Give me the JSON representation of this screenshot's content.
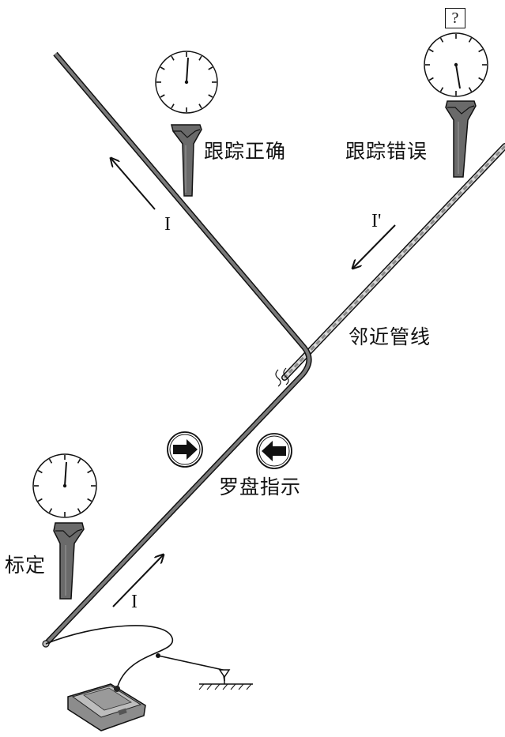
{
  "labels": {
    "tracking_correct": "跟踪正确",
    "tracking_wrong": "跟踪错误",
    "adjacent_pipeline": "邻近管线",
    "compass_indication": "罗盘指示",
    "calibration": "标定"
  },
  "currents": {
    "current_upper": "I",
    "current_lower": "I",
    "current_adjacent": "I'"
  },
  "question_mark": "?",
  "meters": [
    {
      "id": "meter-calibration",
      "needle_reading": "0"
    },
    {
      "id": "meter-tracking-correct",
      "needle_reading": "0"
    },
    {
      "id": "meter-tracking-wrong",
      "needle_reading": "about 0.5 turn"
    }
  ],
  "compass_arrows": [
    "right",
    "left"
  ],
  "colors": {
    "pipe": "#707070",
    "pipe_outline": "#111111",
    "adjacent_pipe": "#9a9a9a",
    "receiver": "#6a6a6a"
  }
}
